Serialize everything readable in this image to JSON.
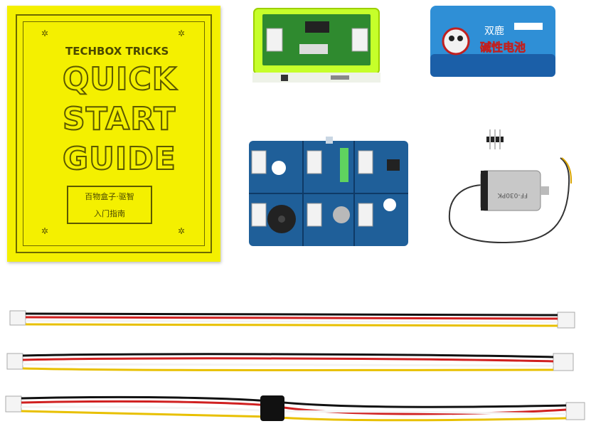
{
  "booklet": {
    "brand": "TECHBOX TRICKS",
    "line1": "QUICK",
    "line2": "START",
    "line3": "GUIDE",
    "sub_line1": "百物盒子·驱智",
    "sub_line2": "入门指南"
  },
  "battery": {
    "brand_text": "双鹿",
    "label_text": "碱性电池"
  },
  "motor": {
    "label_text": "FF-030PK"
  },
  "colors": {
    "booklet_yellow": "#f4f000",
    "board_blue": "#1f5f99",
    "battery_blue": "#2f8fd6",
    "acrylic_green": "#b7f000"
  }
}
